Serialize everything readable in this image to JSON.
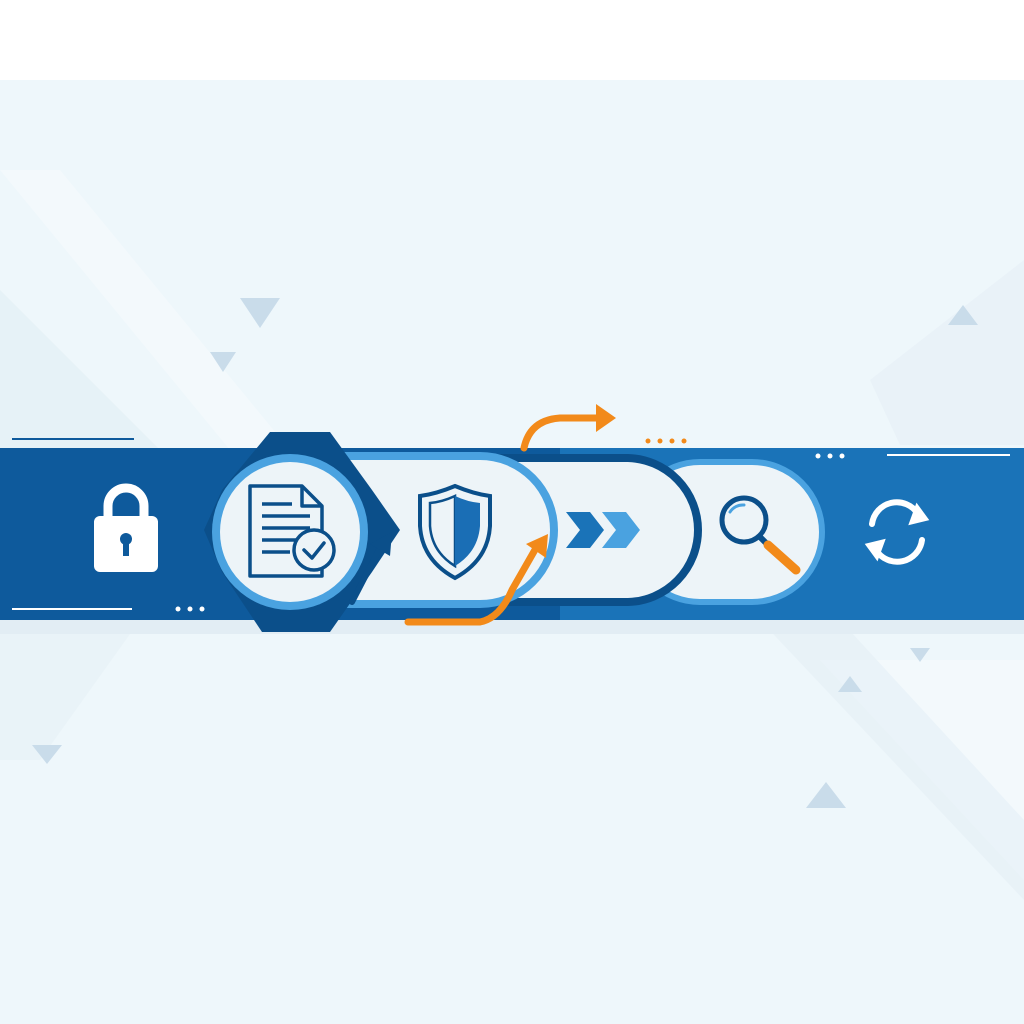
{
  "colors": {
    "page_background": "#ffffff",
    "panel_background": "#eef7fb",
    "band_dark": "#0e5a9c",
    "band_right": "#1a73b8",
    "accent_light_blue": "#4aa2e0",
    "accent_orange": "#f28a1a",
    "icon_white": "#ffffff",
    "icon_navy": "#0b4f8a",
    "stage_fill": "#edf4f8"
  },
  "flow": {
    "stages": [
      {
        "name": "lock",
        "icon": "padlock-icon"
      },
      {
        "name": "document-verification",
        "icon": "document-check-icon"
      },
      {
        "name": "protection",
        "icon": "shield-icon"
      },
      {
        "name": "transfer",
        "icon": "double-chevron-right-icon"
      },
      {
        "name": "inspection",
        "icon": "magnifier-icon"
      },
      {
        "name": "sync",
        "icon": "refresh-cycle-icon"
      }
    ],
    "connectors": [
      "orange-flow-arrow-top",
      "orange-flow-arrow-bottom",
      "blue-flow-arrow"
    ]
  }
}
